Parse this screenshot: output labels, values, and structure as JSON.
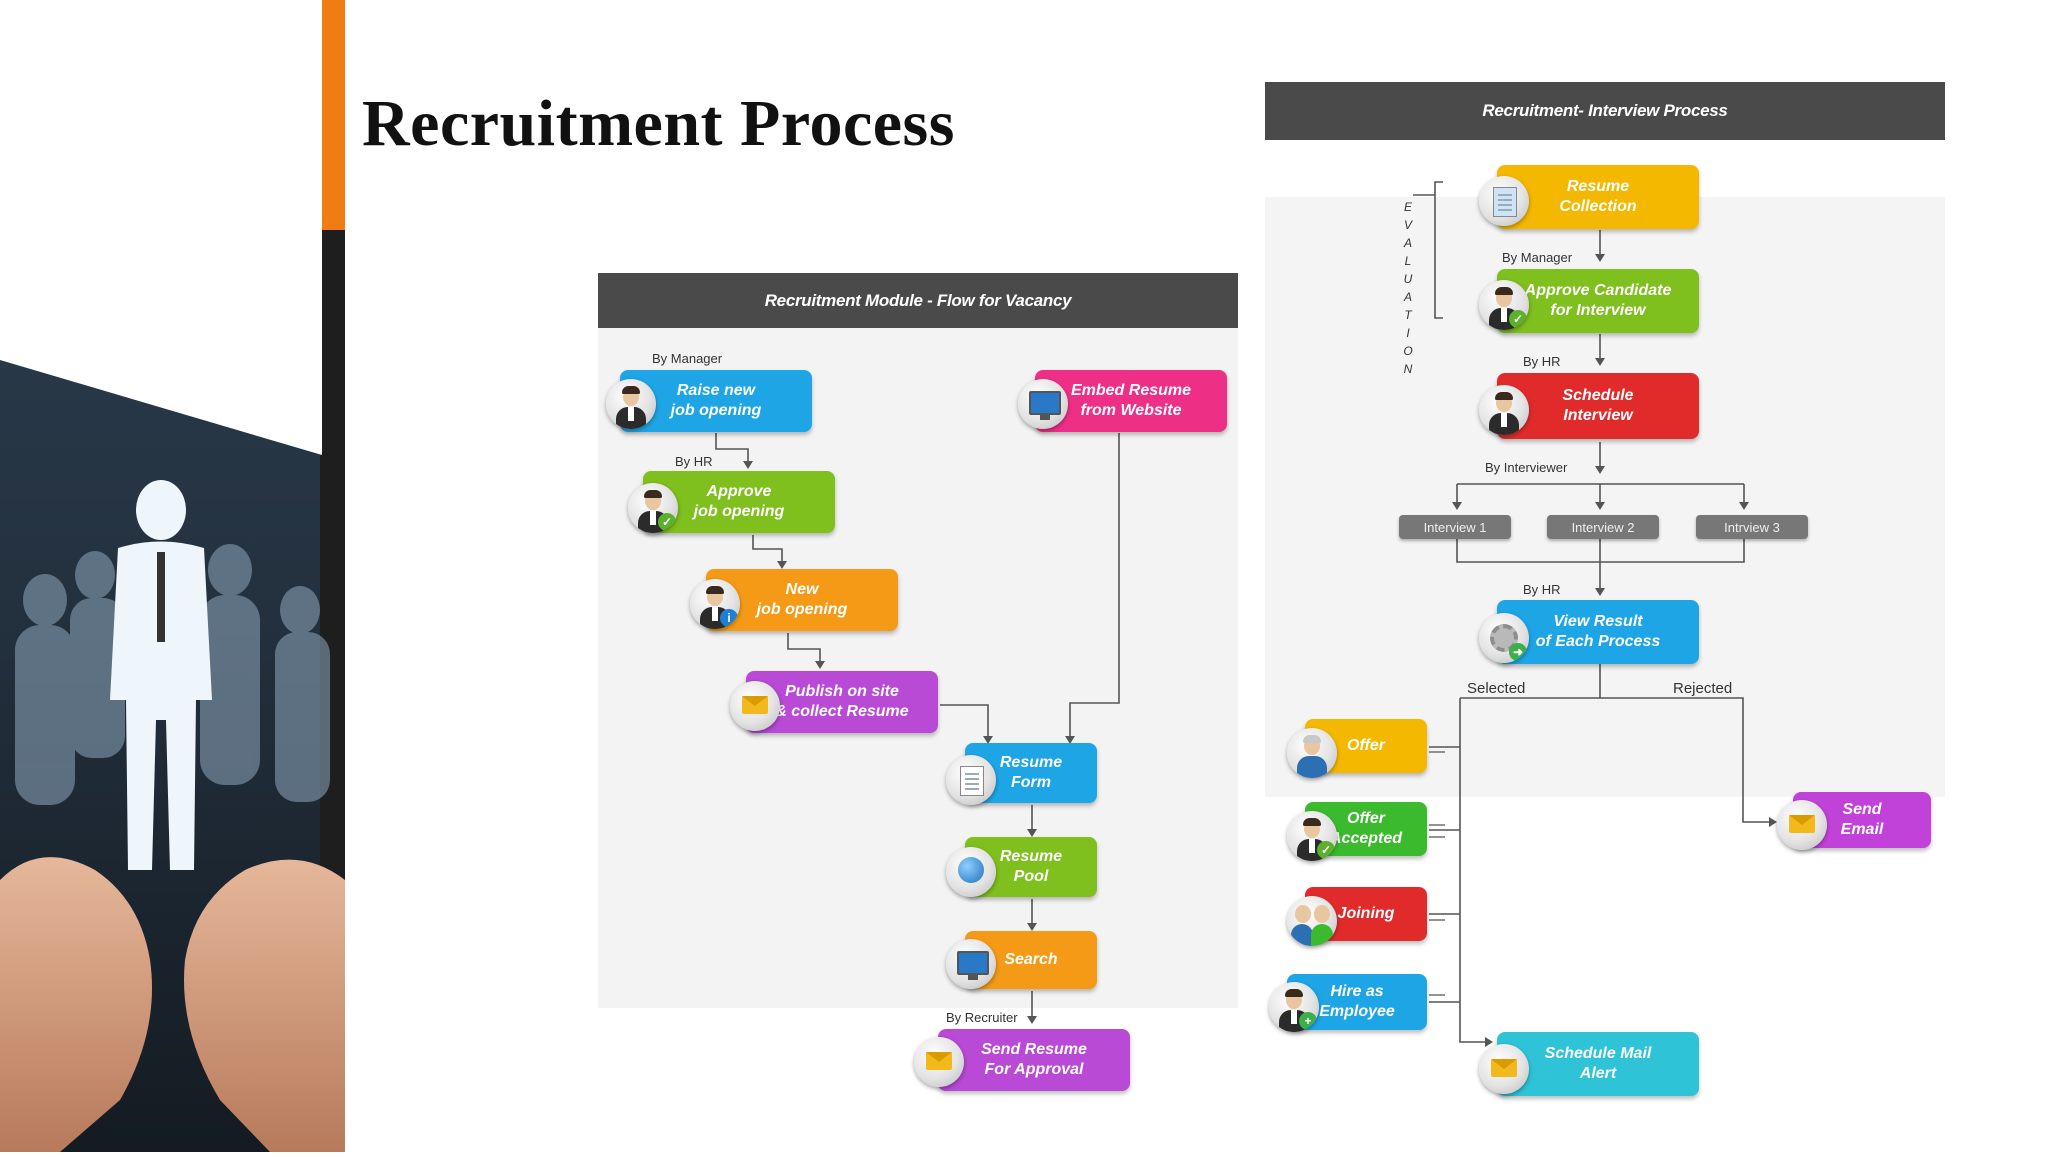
{
  "slide": {
    "title": "Recruitment Process"
  },
  "vacancy_flow": {
    "header": "Recruitment Module - Flow for Vacancy",
    "labels": {
      "by_manager": "By Manager",
      "by_hr": "By HR",
      "by_recruiter": "By Recruiter"
    },
    "nodes": {
      "raise": "Raise new\njob opening",
      "approve": "Approve\njob opening",
      "new": "New\njob opening",
      "publish": "Publish on site\n& collect Resume",
      "embed": "Embed Resume\nfrom Website",
      "form": "Resume\nForm",
      "pool": "Resume\nPool",
      "search": "Search",
      "send": "Send Resume\nFor Approval"
    }
  },
  "interview_flow": {
    "header": "Recruitment- Interview Process",
    "evaluation_letters": [
      "E",
      "V",
      "A",
      "L",
      "U",
      "A",
      "T",
      "I",
      "O",
      "N"
    ],
    "labels": {
      "by_manager": "By Manager",
      "by_hr": "By HR",
      "by_interviewer": "By Interviewer",
      "by_hr_2": "By HR",
      "selected": "Selected",
      "rejected": "Rejected"
    },
    "nodes": {
      "collection": "Resume\nCollection",
      "approve": "Approve Candidate\nfor Interview",
      "schedule": "Schedule\nInterview",
      "view_result": "View Result\nof Each Process",
      "offer": "Offer",
      "offer_accepted": "Offer\nAccepted",
      "joining": "Joining",
      "hire": "Hire as\nEmployee",
      "send_email": "Send\nEmail",
      "schedule_mail": "Schedule Mail\nAlert"
    },
    "interviews": [
      "Interview 1",
      "Interview 2",
      "Intrview 3"
    ]
  },
  "colors": {
    "orange_bar": "#f07d13",
    "header_bg": "#4a4a4a",
    "blue": "#1ea5e6",
    "green": "#7fbf1e",
    "orange": "#f5a000",
    "purple": "#b84ad6",
    "pink": "#ee2f86",
    "red": "#e12b2b",
    "teal": "#2ec3d6",
    "yellow": "#f5b800"
  }
}
